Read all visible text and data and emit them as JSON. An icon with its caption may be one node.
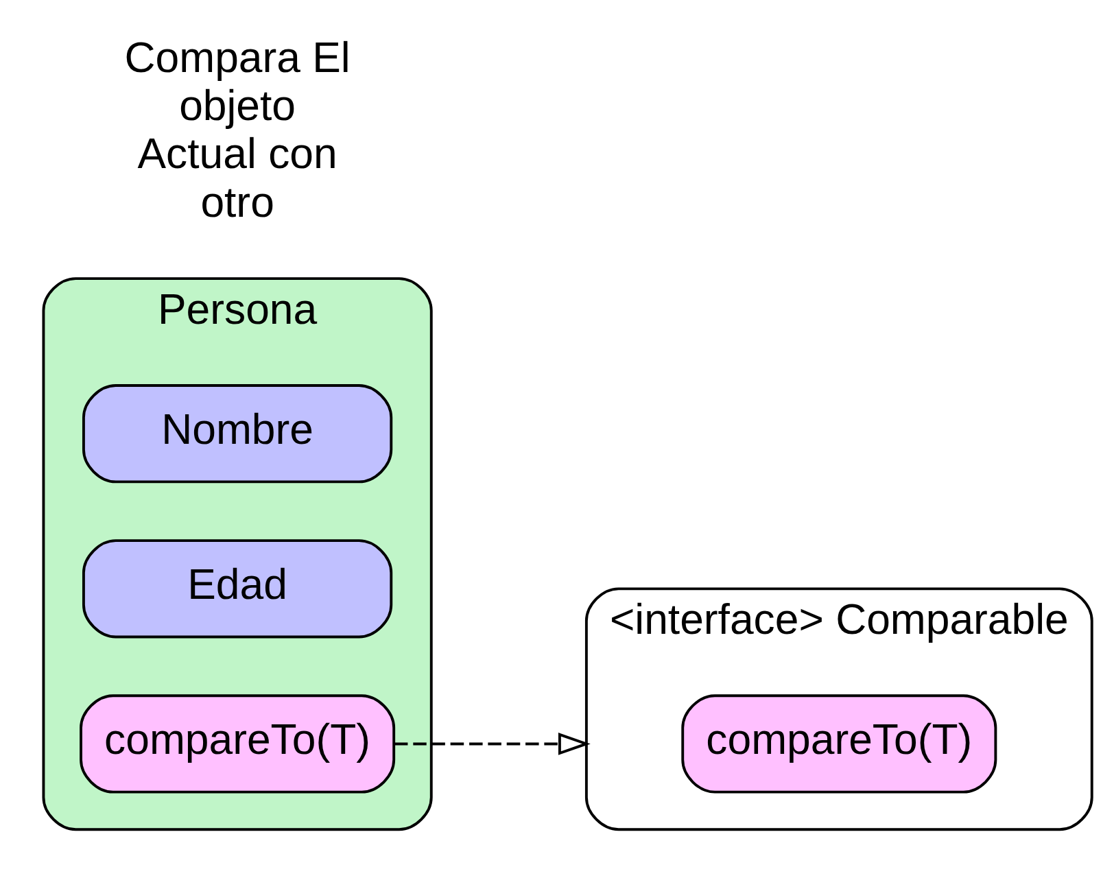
{
  "diagram": {
    "nodes": [
      {
        "text": [
          "<interface> Comparable"
        ]
      },
      {
        "text": [
          "compareTo(T)"
        ],
        "in": 0
      },
      {
        "text": [
          "Persona"
        ]
      },
      {
        "text": [
          "Nombre"
        ],
        "in": 2
      },
      {
        "text": [
          "Edad"
        ],
        "in": 2
      },
      {
        "text": [
          "compareTo(T)"
        ],
        "in": 2
      }
    ],
    "edges": [
      {
        "from": 5,
        "to": 0,
        "arrow": "to",
        "style": "dashed"
      }
    ],
    "labels": [
      "Compara El objeto Actual con otro"
    ]
  }
}
